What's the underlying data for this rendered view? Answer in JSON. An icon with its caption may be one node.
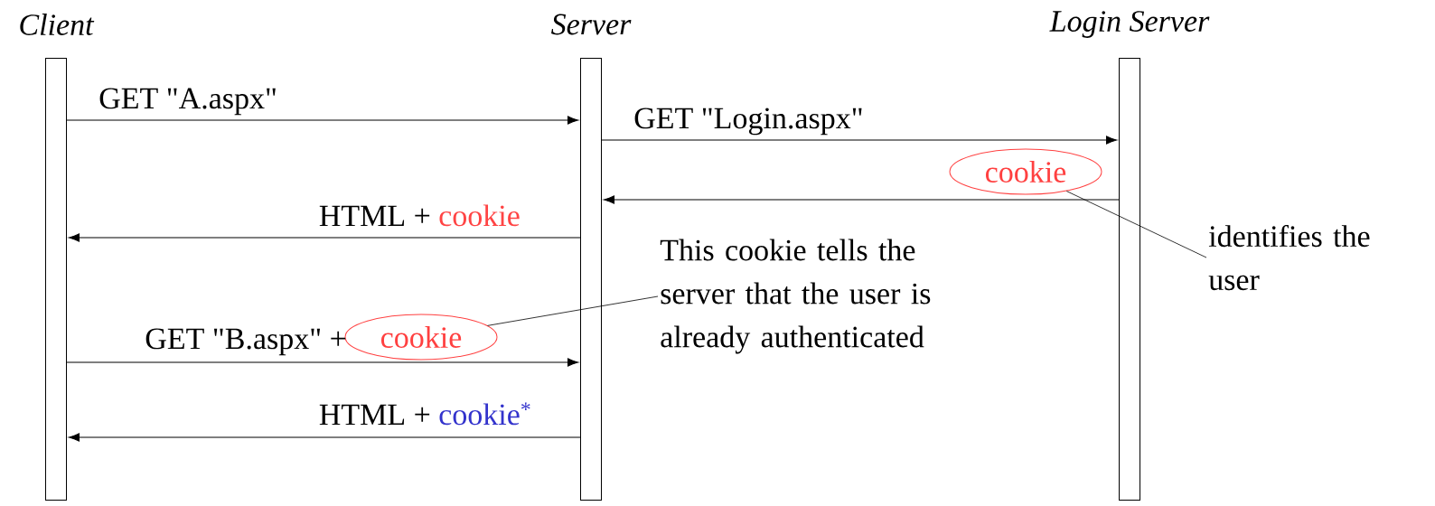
{
  "diagram": {
    "nodes": [
      {
        "text": [
          "Client"
        ]
      },
      {
        "text": [
          "Server"
        ]
      },
      {
        "text": [
          "Login Server"
        ]
      },
      {
        "text": [
          "cookie"
        ]
      },
      {
        "text": [
          "identifies the user"
        ]
      },
      {
        "text": [
          "cookie"
        ]
      },
      {
        "text": [
          "This cookie tells the server that the user is already authenticated"
        ]
      }
    ],
    "edges": [
      {
        "from": 0,
        "to": 1,
        "arrow": "to",
        "label": "GET \"A.aspx\""
      },
      {
        "from": 1,
        "to": 2,
        "arrow": "to",
        "label": "GET \"Login.aspx\""
      },
      {
        "from": 2,
        "to": 1,
        "arrow": "to"
      },
      {
        "from": 1,
        "to": 0,
        "arrow": "to",
        "label": "HTML +"
      },
      {
        "from": 0,
        "to": 1,
        "arrow": "to",
        "label": "GET \"B.aspx\" +"
      },
      {
        "from": 1,
        "to": 0,
        "arrow": "to",
        "label": "HTML +"
      },
      {
        "from": 4,
        "to": 3,
        "arrow": "none"
      },
      {
        "from": 6,
        "to": 5,
        "arrow": "none"
      }
    ],
    "labels": [
      "cookie",
      "cookie$^{*}$"
    ]
  }
}
